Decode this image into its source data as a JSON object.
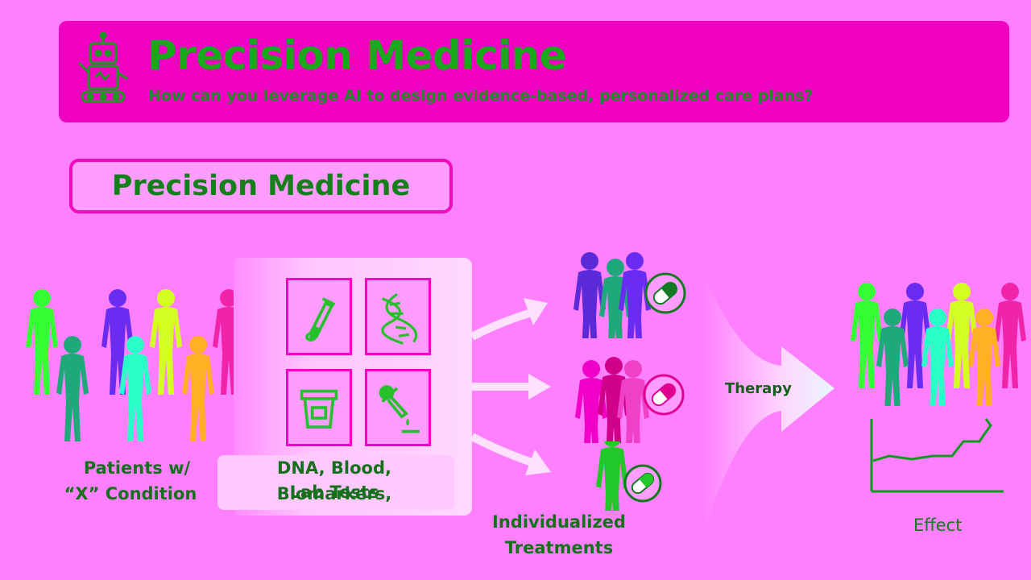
{
  "header": {
    "title": "Precision Medicine",
    "subtitle": "How can you leverage AI to design evidence-based, personalized care plans?",
    "icon": "robot-icon"
  },
  "section_title": "Precision Medicine",
  "patients": {
    "label_line1": "Patients w/",
    "label_line2": "“X” Condition"
  },
  "lab": {
    "label_line1": "DNA, Blood, Biomarkers,",
    "label_line2": "Lab Tests",
    "tiles": [
      "test-tube-icon",
      "dna-icon",
      "urine-cup-icon",
      "dropper-icon"
    ]
  },
  "treatments": {
    "label_line1": "Individualized",
    "label_line2": "Treatments",
    "icon": "pill-icon"
  },
  "therapy_label": "Therapy",
  "effect_label": "Effect",
  "colors": {
    "background": "#ff80ff",
    "header": "#f000c0",
    "accent_green": "#17a81c",
    "border_magenta": "#f00abd"
  }
}
